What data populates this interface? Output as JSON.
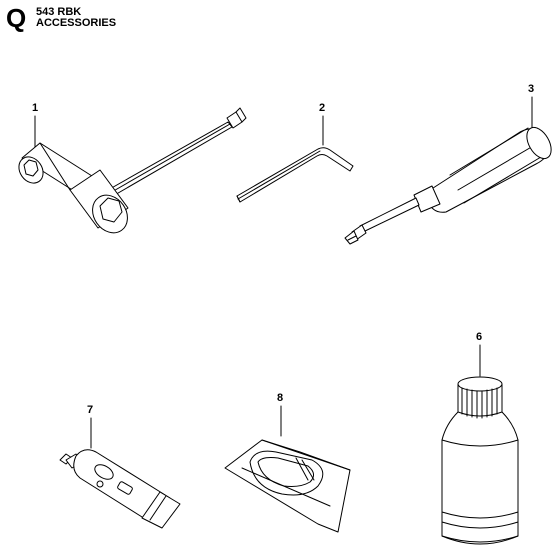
{
  "header": {
    "section_letter": "Q",
    "model": "543 RBK",
    "title": "ACCESSORIES"
  },
  "parts": [
    {
      "number": "1",
      "icon": "combination-spanner-icon"
    },
    {
      "number": "2",
      "icon": "hex-key-icon"
    },
    {
      "number": "3",
      "icon": "screwdriver-icon"
    },
    {
      "number": "6",
      "icon": "oil-bottle-icon"
    },
    {
      "number": "7",
      "icon": "grease-tube-icon"
    },
    {
      "number": "8",
      "icon": "tool-bag-icon"
    }
  ]
}
